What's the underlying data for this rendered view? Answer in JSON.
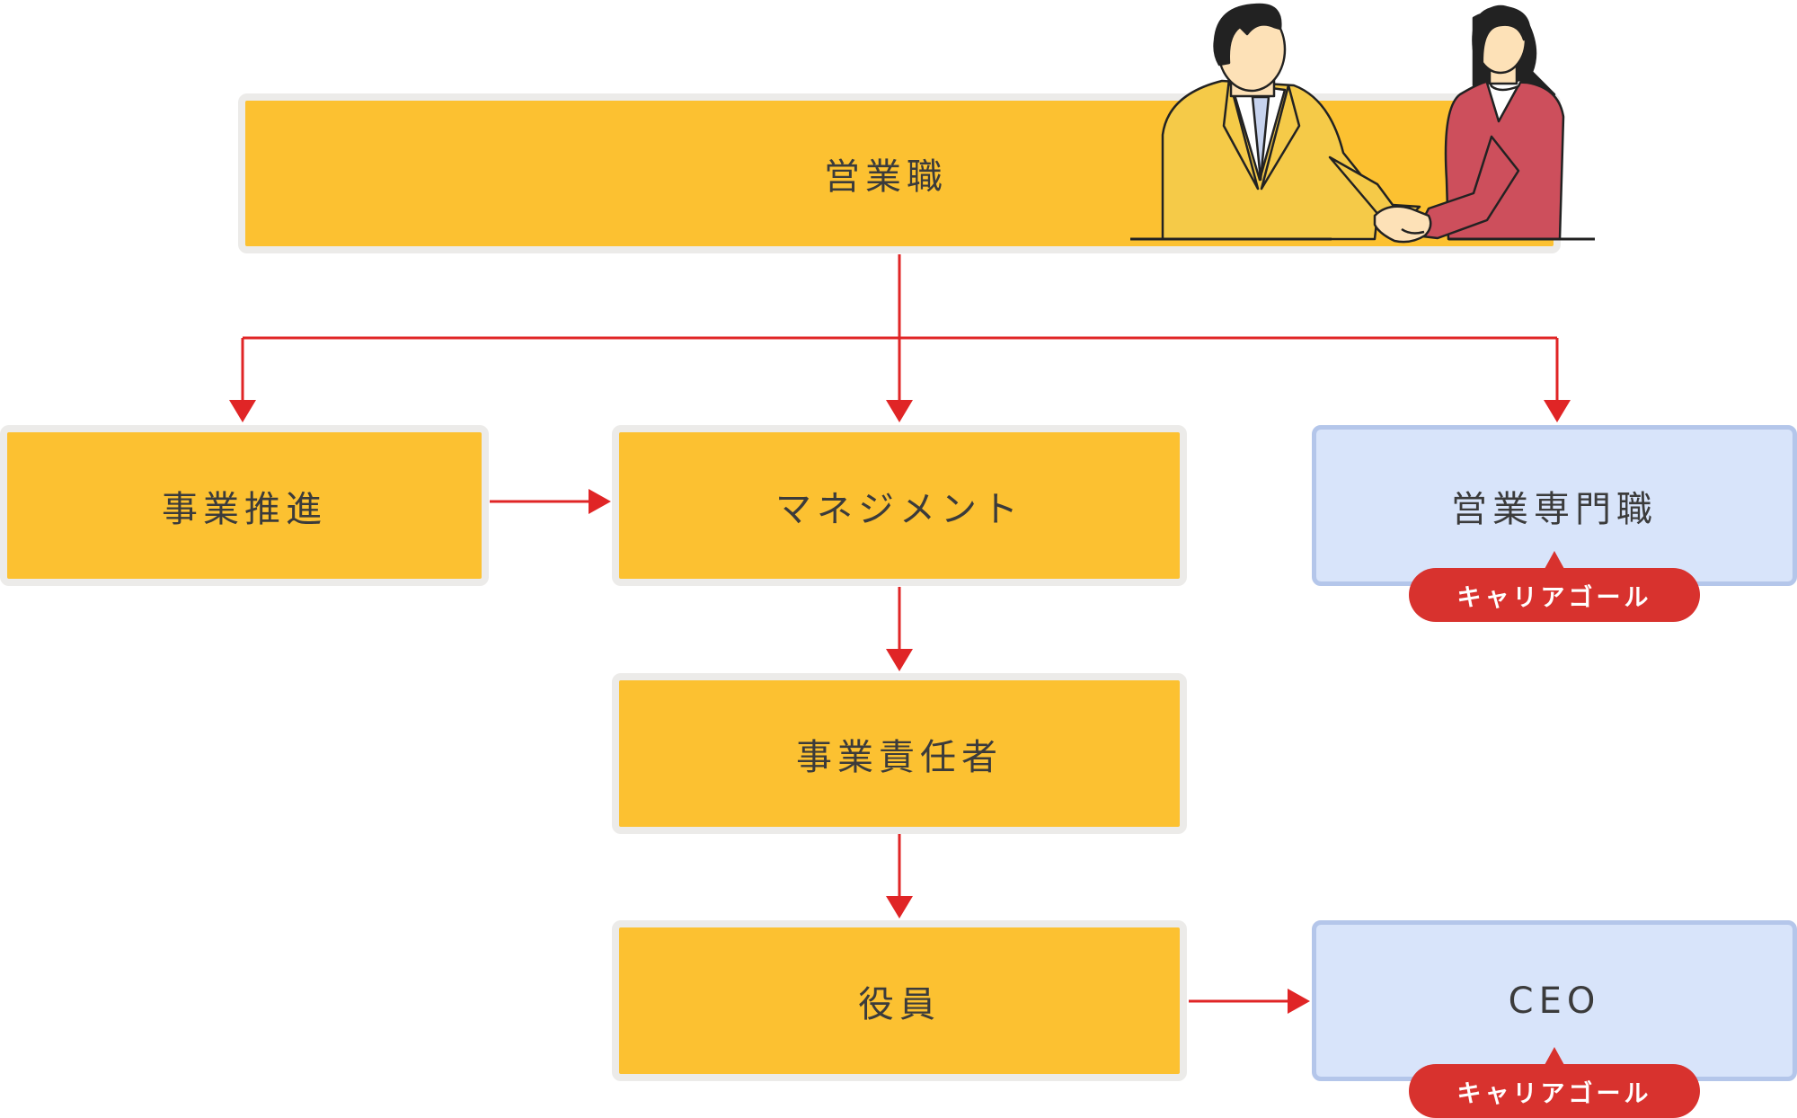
{
  "nodes": {
    "sales": "営業職",
    "business_promotion": "事業推進",
    "management": "マネジメント",
    "sales_specialist": "営業専門職",
    "business_manager": "事業責任者",
    "executive": "役員",
    "ceo": "CEO"
  },
  "badges": {
    "career_goal_1": "キャリアゴール",
    "career_goal_2": "キャリアゴール"
  },
  "colors": {
    "node_fill": "#fcc131",
    "goal_fill": "#d8e4fa",
    "arrow": "#e02526",
    "badge": "#d8322e"
  },
  "illustration": "handshake-illustration"
}
